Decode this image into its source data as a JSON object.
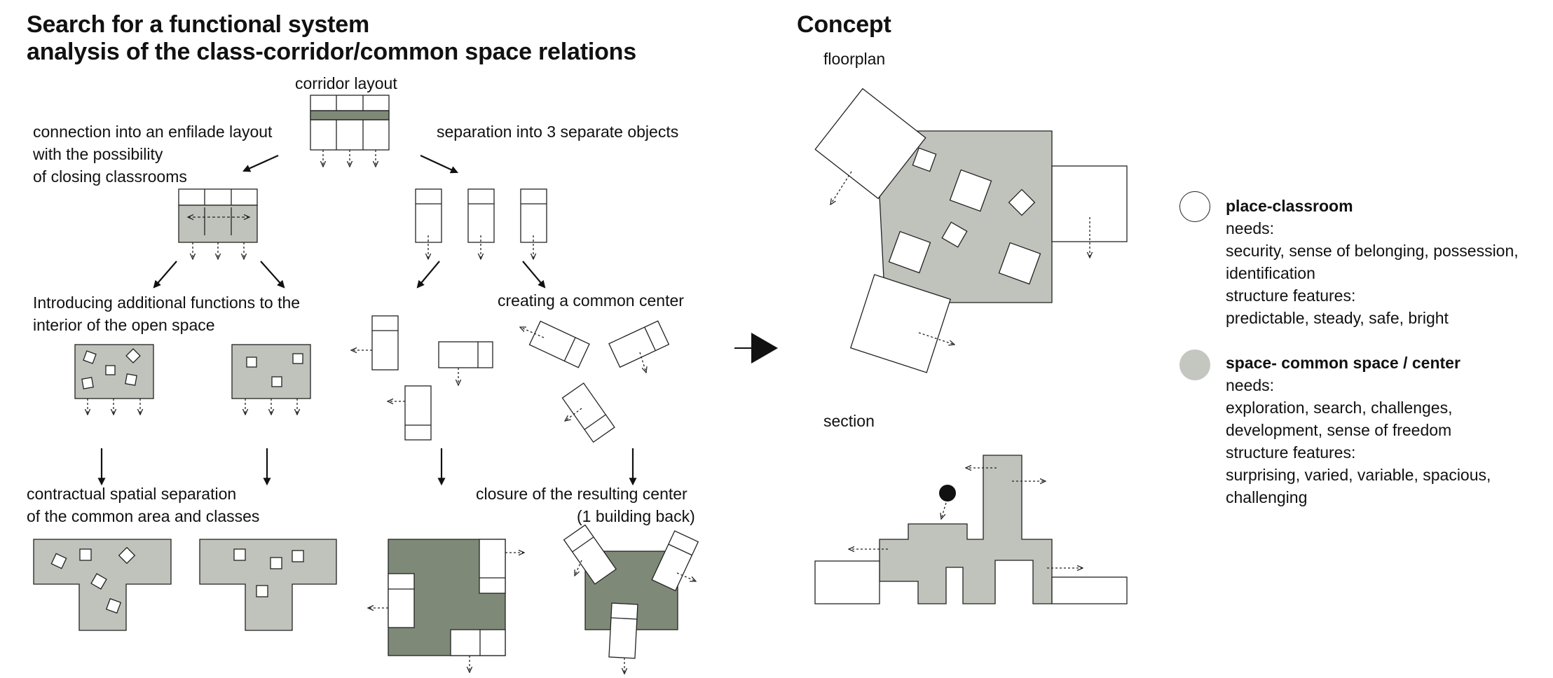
{
  "title": {
    "line1": "Search for a functional system",
    "line2": "analysis of the class-corridor/common space relations"
  },
  "concept_title": "Concept",
  "labels": {
    "corridor_layout": "corridor layout",
    "enfilade_1": "connection into an enfilade layout",
    "enfilade_2": "with the possibility",
    "enfilade_3": "of closing classrooms",
    "separation": "separation into 3 separate objects",
    "introducing_1": "Introducing additional functions to the",
    "introducing_2": "interior of the open space",
    "common_center": "creating a common center",
    "contractual_1": "contractual spatial separation",
    "contractual_2": "of the common area and classes",
    "closure_1": "closure of the resulting center",
    "closure_2": "(1 building back)",
    "floorplan": "floorplan",
    "section": "section"
  },
  "legend": {
    "classroom": {
      "title": "place-classroom",
      "lines": [
        "needs:",
        "security, sense of belonging, possession,",
        "identification",
        "structure features:",
        "predictable, steady, safe, bright"
      ]
    },
    "common": {
      "title": "space- common space / center",
      "lines": [
        "needs:",
        "exploration, search, challenges,",
        "development, sense of freedom",
        "structure features:",
        "surprising, varied, variable, spacious,",
        "challenging"
      ]
    }
  },
  "colors": {
    "light_gray": "#c0c3bb",
    "dark_green": "#7e8a77",
    "stroke": "#222222",
    "swatch_gray": "#c4c6c0"
  }
}
